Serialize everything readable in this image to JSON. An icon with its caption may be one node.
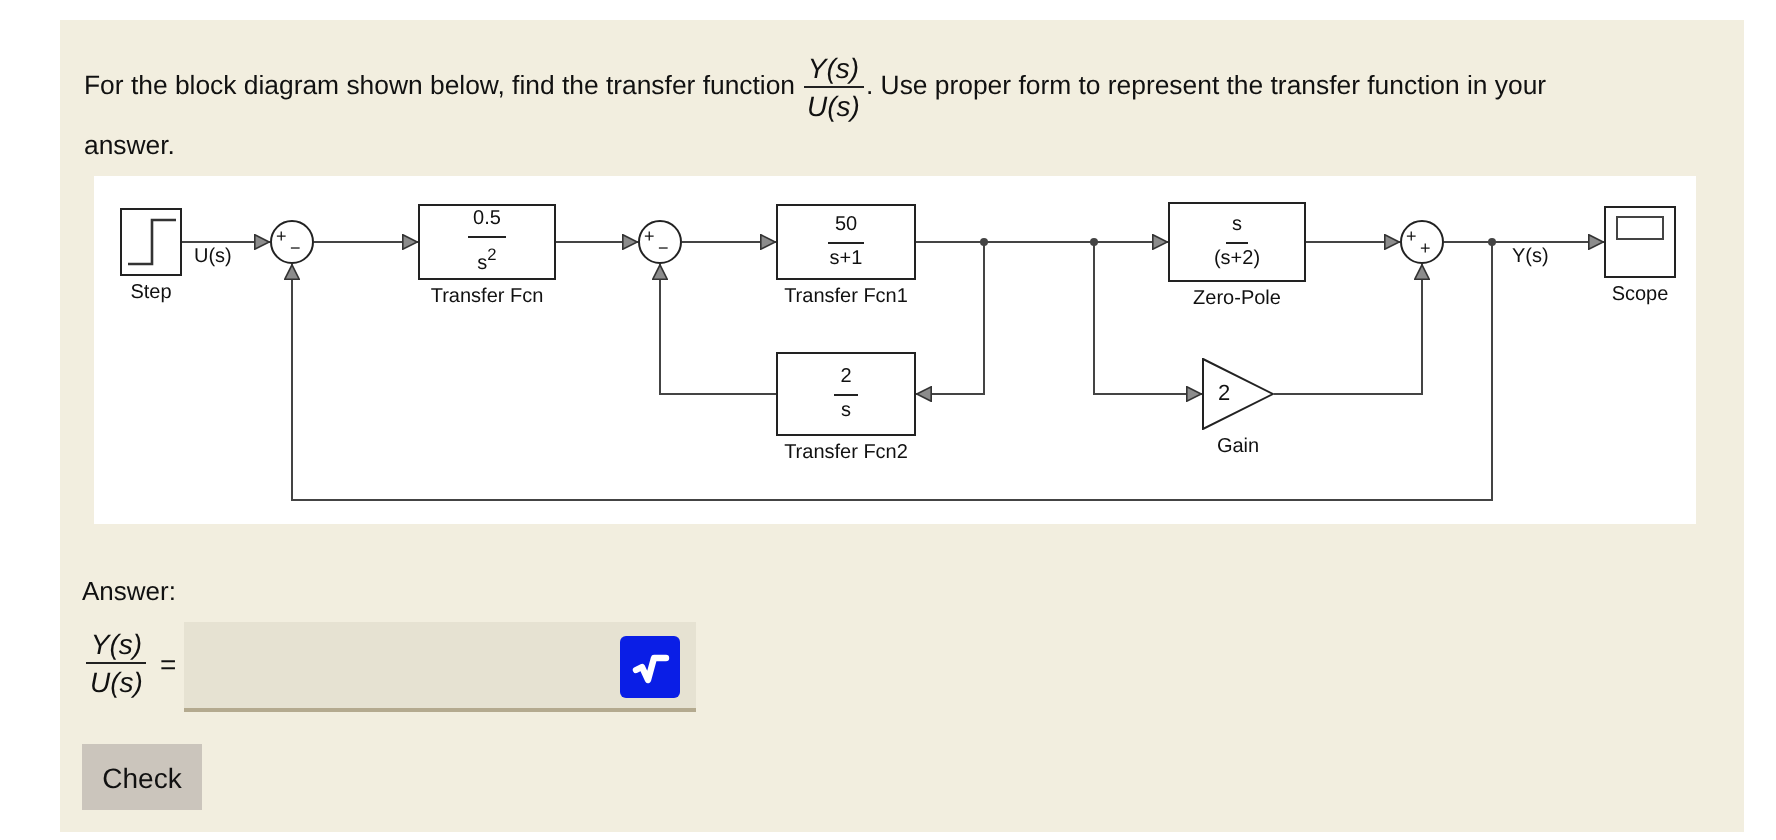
{
  "diagram": {
    "nodes": [
      {
        "text": [],
        "shape": "box",
        "beside": [
          "Step"
        ]
      },
      {
        "text": [
          "+",
          "−"
        ]
      },
      {
        "text": [
          "0.5",
          "s$^{2}$"
        ],
        "beside": [
          "Transfer Fcn"
        ]
      },
      {
        "text": [
          "+",
          "−"
        ]
      },
      {
        "text": [
          "50",
          "s+1"
        ],
        "beside": [
          "Transfer Fcn1"
        ]
      },
      {
        "text": [
          "s",
          "(s+2)"
        ],
        "beside": [
          "Zero-Pole"
        ]
      },
      {
        "text": [
          "+",
          "+"
        ]
      },
      {
        "text": [],
        "shape": "box",
        "beside": [
          "Scope"
        ]
      },
      {
        "text": [
          "2",
          "s"
        ],
        "beside": [
          "Transfer Fcn2"
        ]
      },
      {
        "text": [
          "2"
        ],
        "beside": [
          "Gain"
        ]
      }
    ],
    "edges": [
      {
        "from": 0,
        "to": 1,
        "arrow": "to",
        "label": "U(s)"
      },
      {
        "from": 1,
        "to": 2,
        "arrow": "to"
      },
      {
        "from": 2,
        "to": 3,
        "arrow": "to"
      },
      {
        "from": 3,
        "to": 4,
        "arrow": "to"
      },
      {
        "from": 4,
        "to": 5,
        "arrow": "to"
      },
      {
        "from": 4,
        "to": 8,
        "arrow": "to"
      },
      {
        "from": 4,
        "to": 9,
        "arrow": "to"
      },
      {
        "from": 8,
        "to": 3,
        "arrow": "to"
      },
      {
        "from": 5,
        "to": 6,
        "arrow": "to"
      },
      {
        "from": 9,
        "to": 6,
        "arrow": "to"
      },
      {
        "from": 6,
        "to": 7,
        "arrow": "to",
        "label": "Y(s)"
      },
      {
        "from": 6,
        "to": 1,
        "arrow": "to"
      }
    ],
    "labels": [
      "For the block diagram shown below, find the transfer function",
      "Y(s)",
      "U(s)",
      ". Use proper form to represent the transfer function in your answer.",
      "Answer:",
      "Y(s)",
      "U(s)",
      "=",
      "Check"
    ]
  }
}
